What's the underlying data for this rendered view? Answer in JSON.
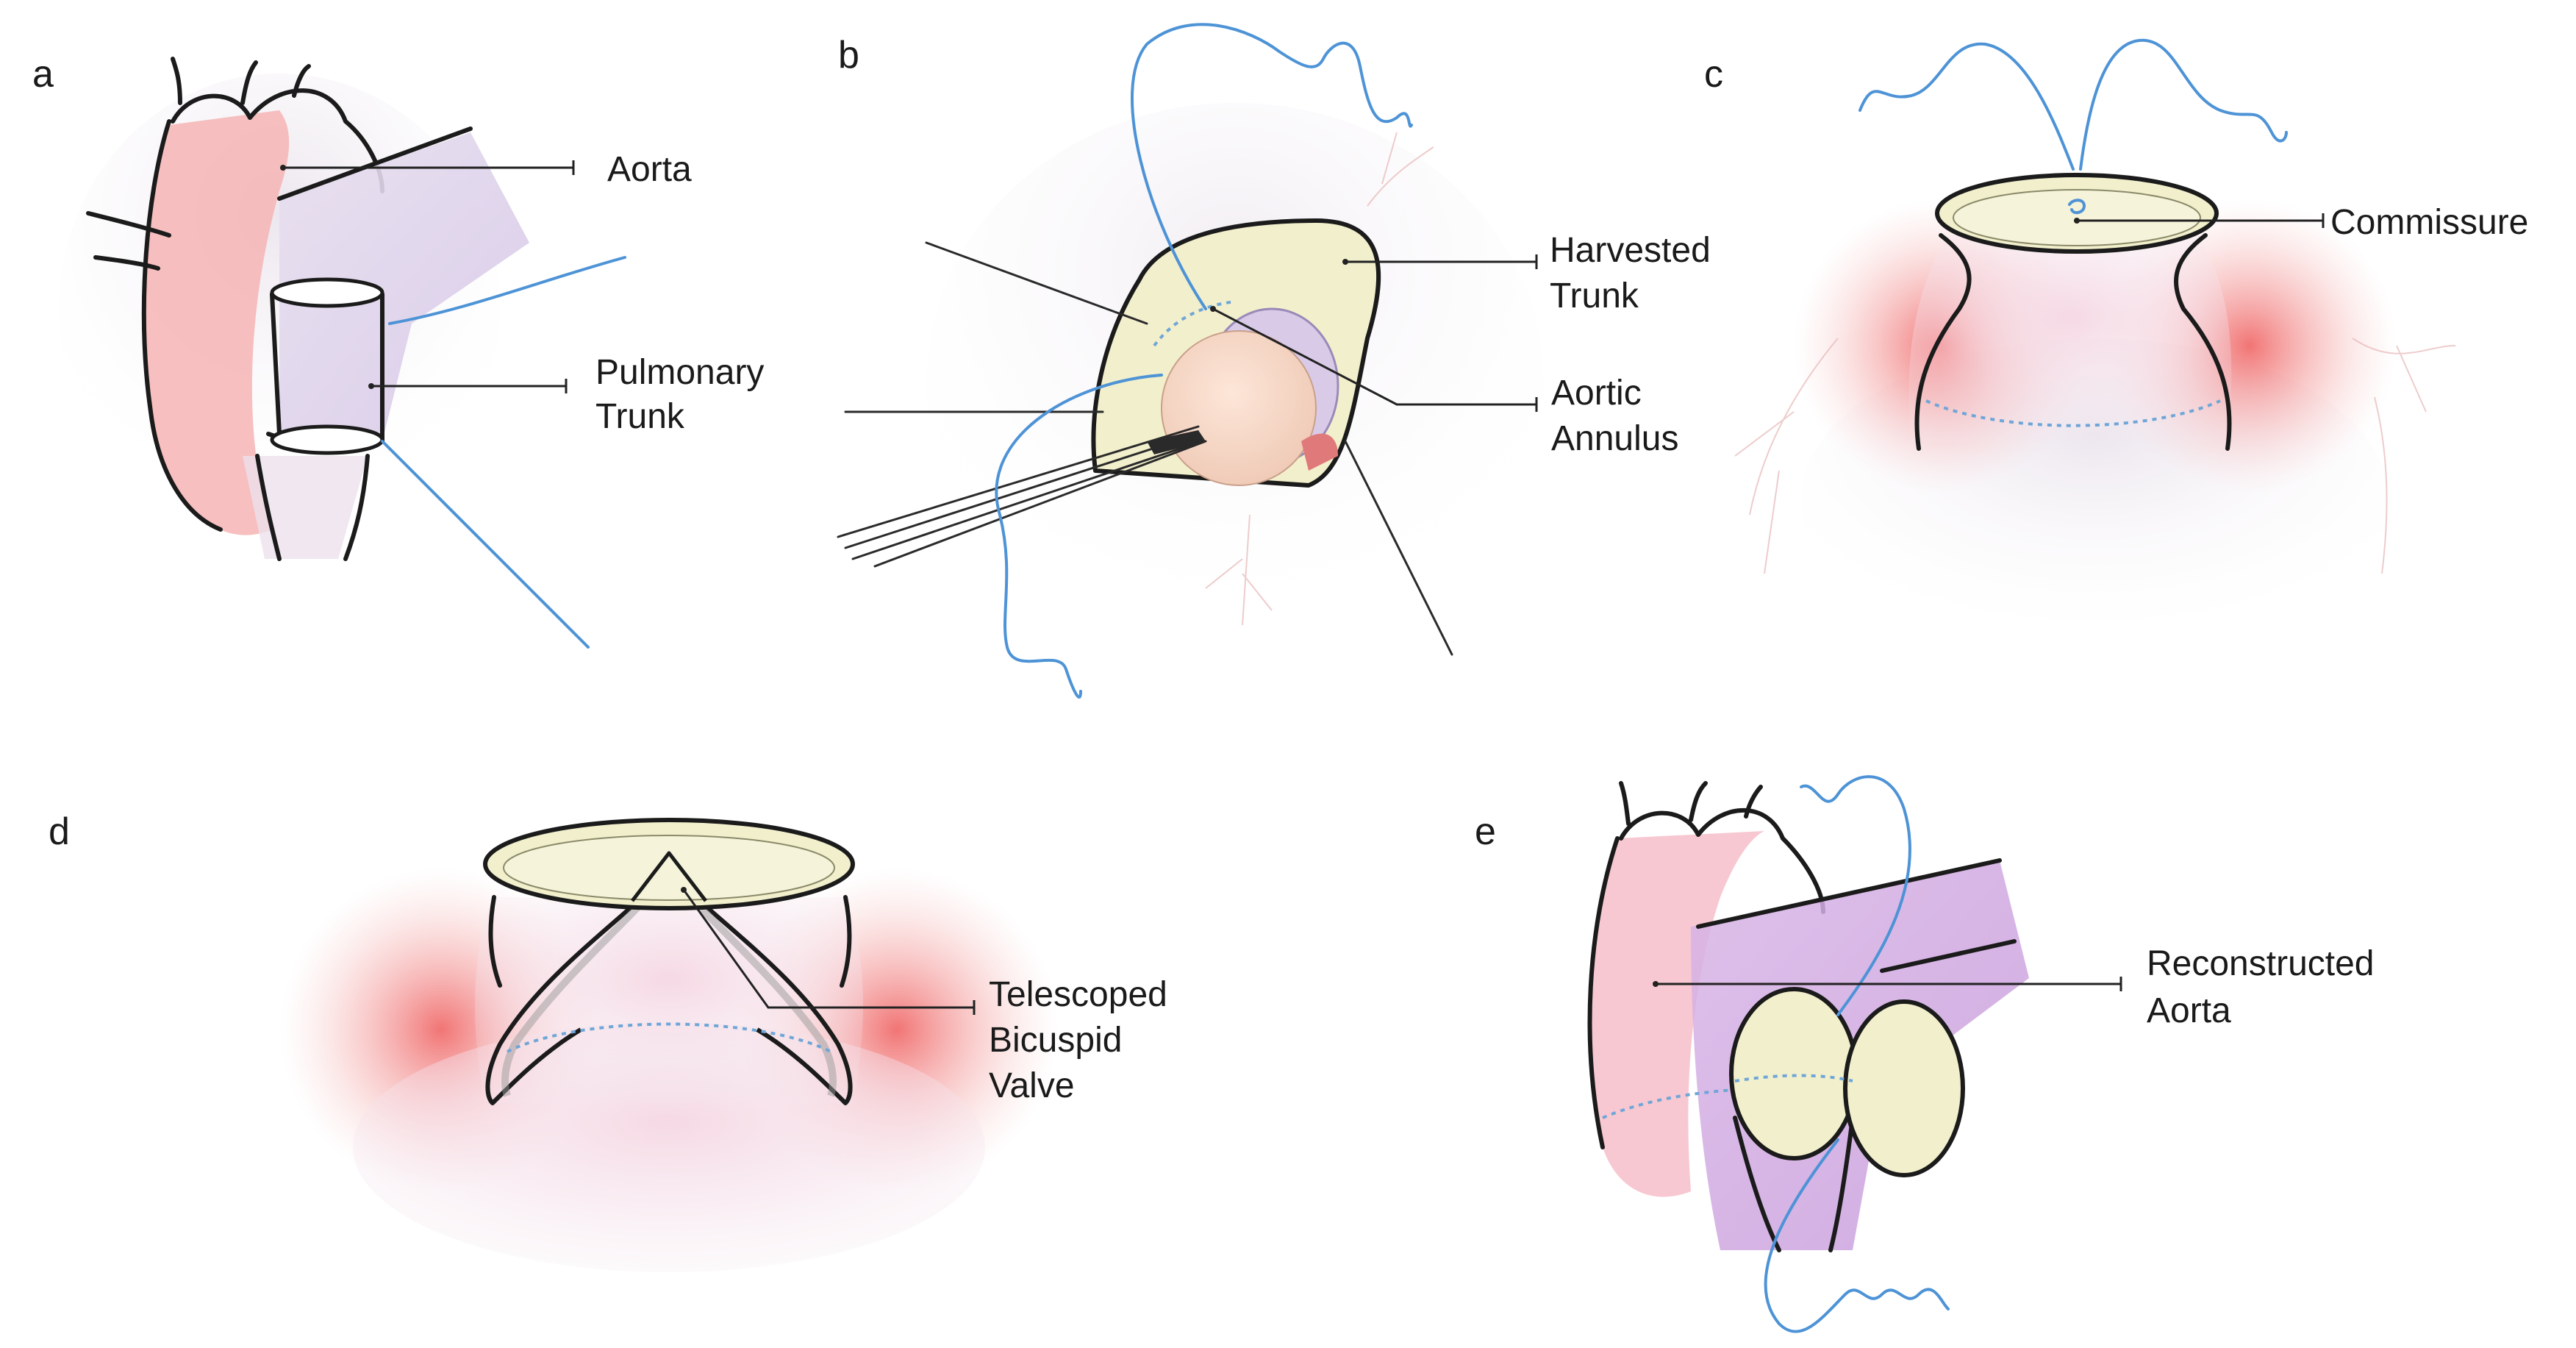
{
  "panels": [
    {
      "id": "a",
      "letter": "a",
      "labels": [
        "Aorta",
        "Pulmonary",
        "Trunk"
      ]
    },
    {
      "id": "b",
      "letter": "b",
      "labels": [
        "Harvested",
        "Trunk",
        "Aortic",
        "Annulus"
      ]
    },
    {
      "id": "c",
      "letter": "c",
      "labels": [
        "Commissure"
      ]
    },
    {
      "id": "d",
      "letter": "d",
      "labels": [
        "Telescoped",
        "Bicuspid",
        "Valve"
      ]
    },
    {
      "id": "e",
      "letter": "e",
      "labels": [
        "Reconstructed",
        "Aorta"
      ]
    }
  ],
  "colors": {
    "aorta_red": "#ef6a6a",
    "tissue_pink": "#f5d3dc",
    "trunk_lavender": "#d9cde8",
    "graft_cream": "#f2efcc",
    "suture_blue": "#4d93d6",
    "outline": "#1b1b1b"
  }
}
